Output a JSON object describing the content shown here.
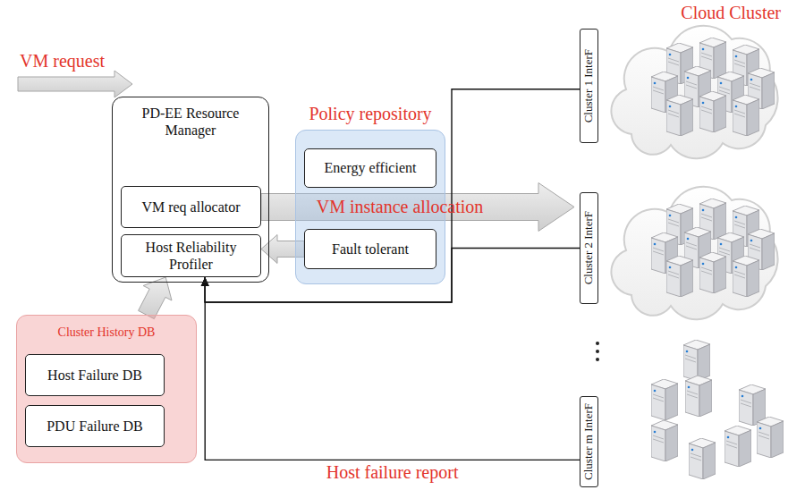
{
  "diagram": {
    "nodes": [
      {
        "text": [
          "PD-EE Resource Manager"
        ]
      },
      {
        "text": [
          "VM req allocator"
        ],
        "in": 0
      },
      {
        "text": [
          "Host Reliability Profiler"
        ],
        "in": 0
      },
      {
        "text": [
          "Policy repository"
        ]
      },
      {
        "text": [
          "Energy efficient"
        ],
        "in": 3
      },
      {
        "text": [
          "Fault tolerant"
        ],
        "in": 3
      },
      {
        "text": [
          "Cluster History DB"
        ]
      },
      {
        "text": [
          "Host Failure DB"
        ],
        "in": 6
      },
      {
        "text": [
          "PDU Failure DB"
        ],
        "in": 6
      },
      {
        "text": [
          "Cluster 1 InterF"
        ]
      },
      {
        "text": [
          "Cluster 2 InterF"
        ]
      },
      {
        "text": [
          "Cluster m InterF"
        ]
      }
    ],
    "edges": [
      {
        "from": 1,
        "to": 10,
        "arrow": "to",
        "label": "VM instance allocation"
      },
      {
        "from": 5,
        "to": 2,
        "arrow": "to"
      },
      {
        "from": 6,
        "to": 2,
        "arrow": "to"
      },
      {
        "from": 9,
        "to": 2,
        "arrow": "to"
      },
      {
        "from": 10,
        "to": 2,
        "arrow": "to"
      },
      {
        "from": 11,
        "to": 2,
        "arrow": "to",
        "label": "Host failure report"
      }
    ],
    "labels": [
      "VM request",
      "Cloud Cluster"
    ]
  }
}
